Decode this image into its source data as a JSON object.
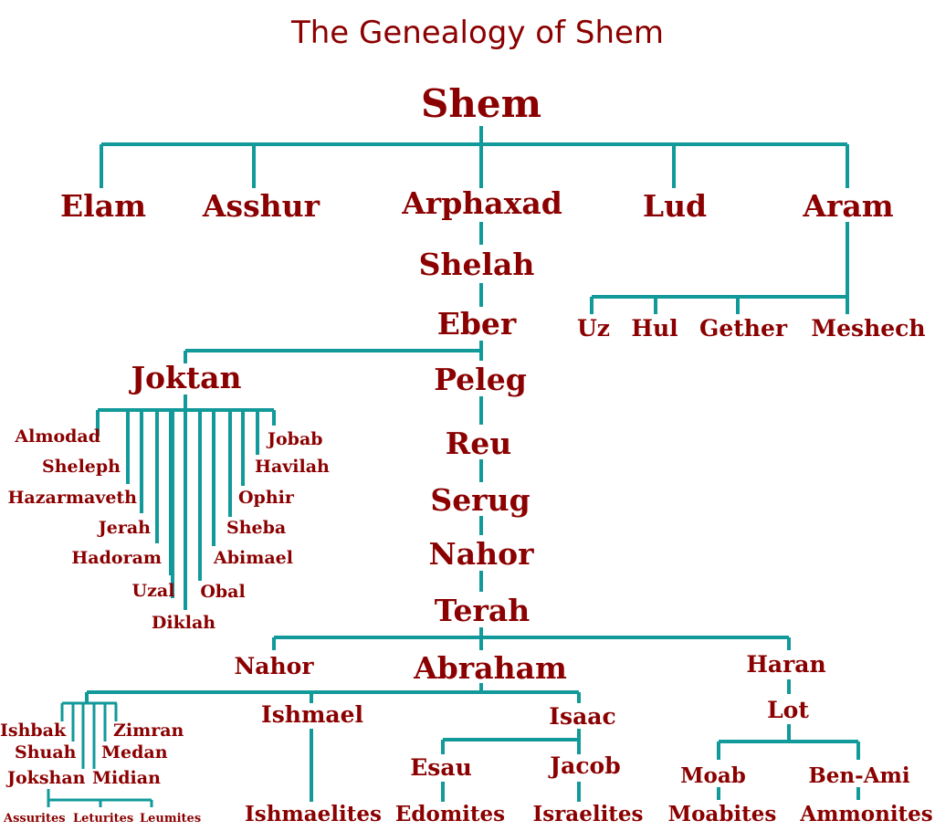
{
  "title": "The Genealogy of Shem",
  "colors": {
    "text": "#8b0000",
    "line": "#12999a",
    "background": "#ffffff"
  },
  "people": {
    "shem": "Shem",
    "elam": "Elam",
    "asshur": "Asshur",
    "arphaxad": "Arphaxad",
    "lud": "Lud",
    "aram": "Aram",
    "shelah": "Shelah",
    "uz": "Uz",
    "hul": "Hul",
    "gether": "Gether",
    "meshech": "Meshech",
    "eber": "Eber",
    "joktan": "Joktan",
    "peleg": "Peleg",
    "almodad": "Almodad",
    "sheleph": "Sheleph",
    "hazarmaveth": "Hazarmaveth",
    "jerah": "Jerah",
    "hadoram": "Hadoram",
    "uzal": "Uzal",
    "diklah": "Diklah",
    "obal": "Obal",
    "abimael": "Abimael",
    "sheba": "Sheba",
    "ophir": "Ophir",
    "havilah": "Havilah",
    "jobab": "Jobab",
    "reu": "Reu",
    "serug": "Serug",
    "nahor": "Nahor",
    "terah": "Terah",
    "nahor2": "Nahor",
    "abraham": "Abraham",
    "haran": "Haran",
    "lot": "Lot",
    "ishbak": "Ishbak",
    "shuah": "Shuah",
    "jokshan": "Jokshan",
    "zimran": "Zimran",
    "medan": "Medan",
    "midian": "Midian",
    "assurites": "Assurites",
    "leturites": "Leturites",
    "leumites": "Leumites",
    "ishmael": "Ishmael",
    "ishmaelites": "Ishmaelites",
    "isaac": "Isaac",
    "esau": "Esau",
    "edomites": "Edomites",
    "jacob": "Jacob",
    "israelites": "Israelites",
    "moab": "Moab",
    "moabites": "Moabites",
    "benami": "Ben-Ami",
    "ammonites": "Ammonites"
  }
}
